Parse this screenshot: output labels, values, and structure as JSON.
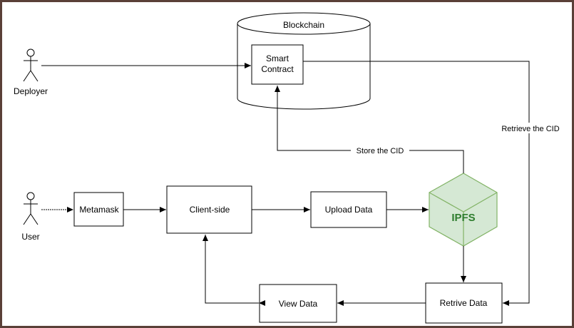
{
  "diagram": {
    "blockchain": {
      "label": "Blockchain"
    },
    "smart_contract": {
      "line1": "Smart",
      "line2": "Contract"
    },
    "actors": {
      "deployer": "Deployer",
      "user": "User"
    },
    "boxes": {
      "metamask": "Metamask",
      "client_side": "Client-side",
      "upload_data": "Upload Data",
      "view_data": "View Data",
      "retrive_data": "Retrive Data"
    },
    "ipfs": {
      "label": "IPFS"
    },
    "edges": {
      "store_cid": "Store the CID",
      "retrieve_cid": "Retrieve the CID"
    },
    "colors": {
      "ipfs_fill": "#d5e8d4",
      "ipfs_stroke": "#82b366",
      "ipfs_text": "#2e7d2e",
      "frame_border": "#5a4038"
    }
  }
}
